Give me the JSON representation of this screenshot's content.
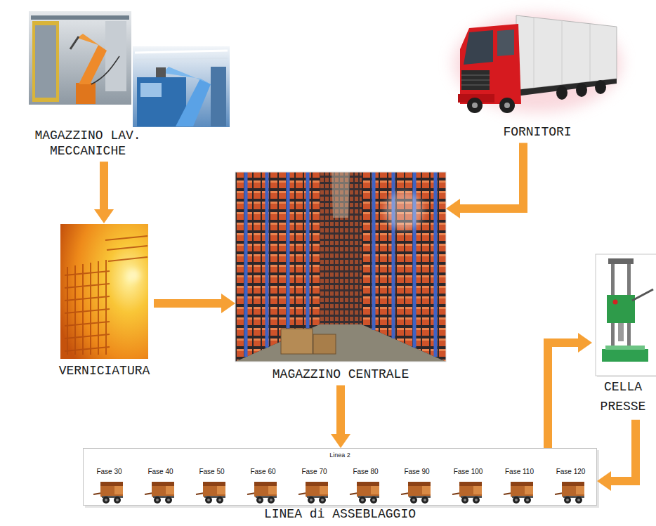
{
  "diagram": {
    "nodes": [
      {
        "text": [
          "MAGAZZINO LAV. MECCANICHE"
        ]
      },
      {
        "text": [
          "FORNITORI"
        ]
      },
      {
        "text": [
          "VERNICIATURA"
        ]
      },
      {
        "text": [
          "MAGAZZINO CENTRALE"
        ]
      },
      {
        "text": [
          "CELLA PRESSE"
        ]
      },
      {
        "text": [
          "Linea 2",
          "Fase 30",
          "Fase 40",
          "Fase 50",
          "Fase 60",
          "Fase 70",
          "Fase 80",
          "Fase 90",
          "Fase 100",
          "Fase 110",
          "Fase 120",
          "LINEA di ASSEBLAGGIO"
        ]
      }
    ],
    "edges": [
      {
        "from": 0,
        "to": 2,
        "arrow": "to"
      },
      {
        "from": 2,
        "to": 3,
        "arrow": "to"
      },
      {
        "from": 1,
        "to": 3,
        "arrow": "to"
      },
      {
        "from": 3,
        "to": 5,
        "arrow": "to"
      },
      {
        "from": 5,
        "to": 4,
        "arrow": "to"
      },
      {
        "from": 4,
        "to": 5,
        "arrow": "to"
      }
    ]
  }
}
